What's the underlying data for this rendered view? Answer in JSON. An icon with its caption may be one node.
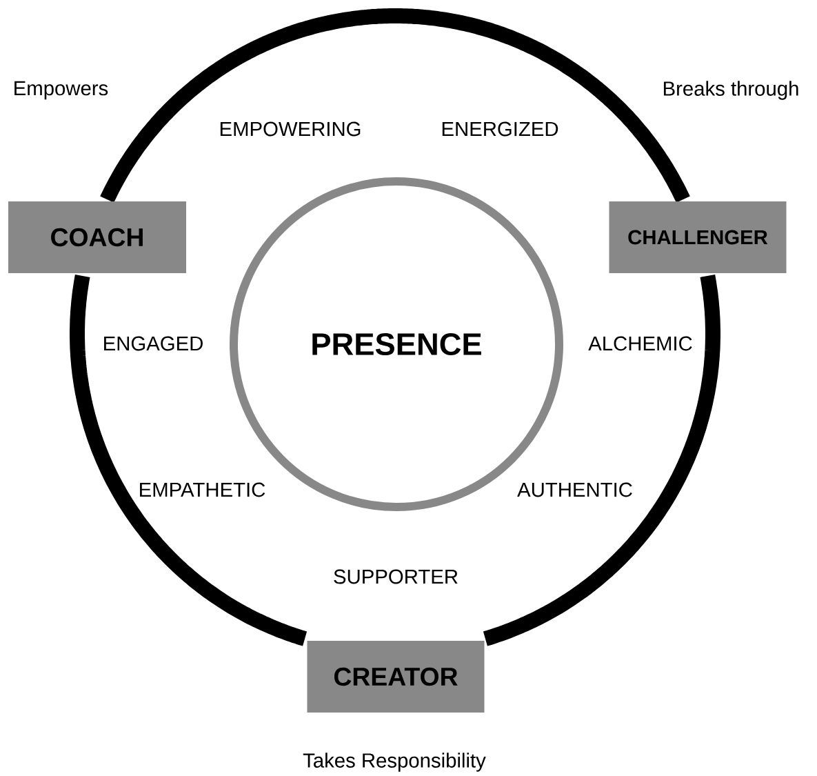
{
  "diagram": {
    "nodes": [
      {
        "text": [
          "PRESENCE"
        ]
      },
      {
        "text": [
          "COACH"
        ]
      },
      {
        "text": [
          "CHALLENGER"
        ]
      },
      {
        "text": [
          "CREATOR"
        ]
      }
    ],
    "labels": [
      "Empowers",
      "Breaks through",
      "EMPOWERING",
      "ENERGIZED",
      "ENGAGED",
      "ALCHEMIC",
      "EMPATHETIC",
      "AUTHENTIC",
      "SUPPORTER",
      "Takes Responsibility"
    ]
  }
}
